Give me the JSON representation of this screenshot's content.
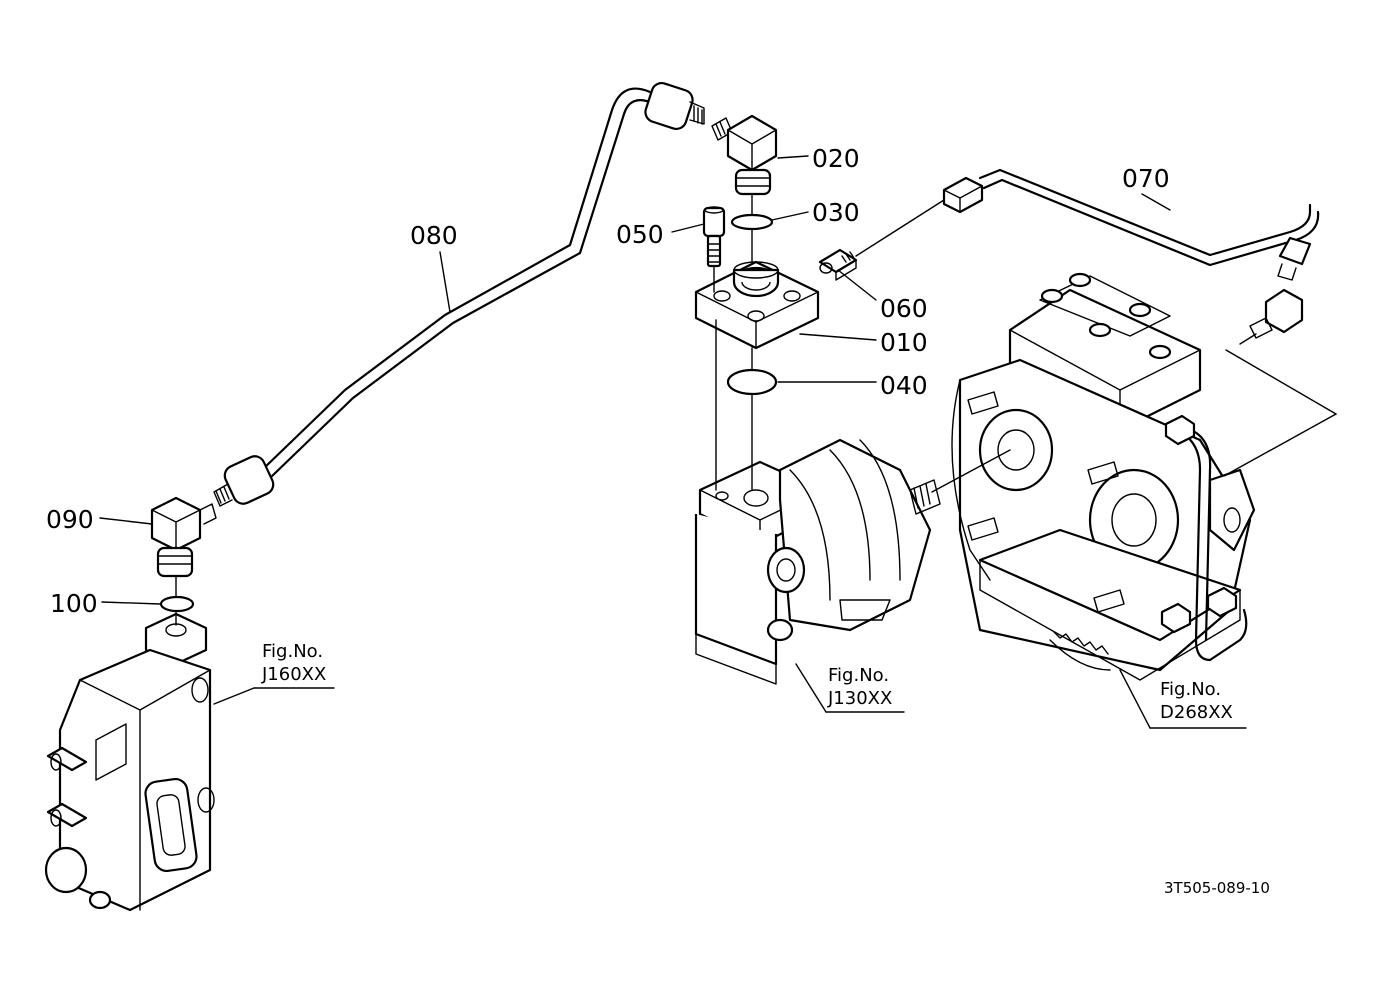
{
  "diagram": {
    "callouts": [
      {
        "id": "010",
        "text": "010"
      },
      {
        "id": "020",
        "text": "020"
      },
      {
        "id": "030",
        "text": "030"
      },
      {
        "id": "040",
        "text": "040"
      },
      {
        "id": "050",
        "text": "050"
      },
      {
        "id": "060",
        "text": "060"
      },
      {
        "id": "070",
        "text": "070"
      },
      {
        "id": "080",
        "text": "080"
      },
      {
        "id": "090",
        "text": "090"
      },
      {
        "id": "100",
        "text": "100"
      }
    ],
    "figure_refs": [
      {
        "prefix": "Fig.No.",
        "number": "J160XX"
      },
      {
        "prefix": "Fig.No.",
        "number": "J130XX"
      },
      {
        "prefix": "Fig.No.",
        "number": "D268XX"
      }
    ],
    "drawing_code": "3T505-089-10"
  }
}
